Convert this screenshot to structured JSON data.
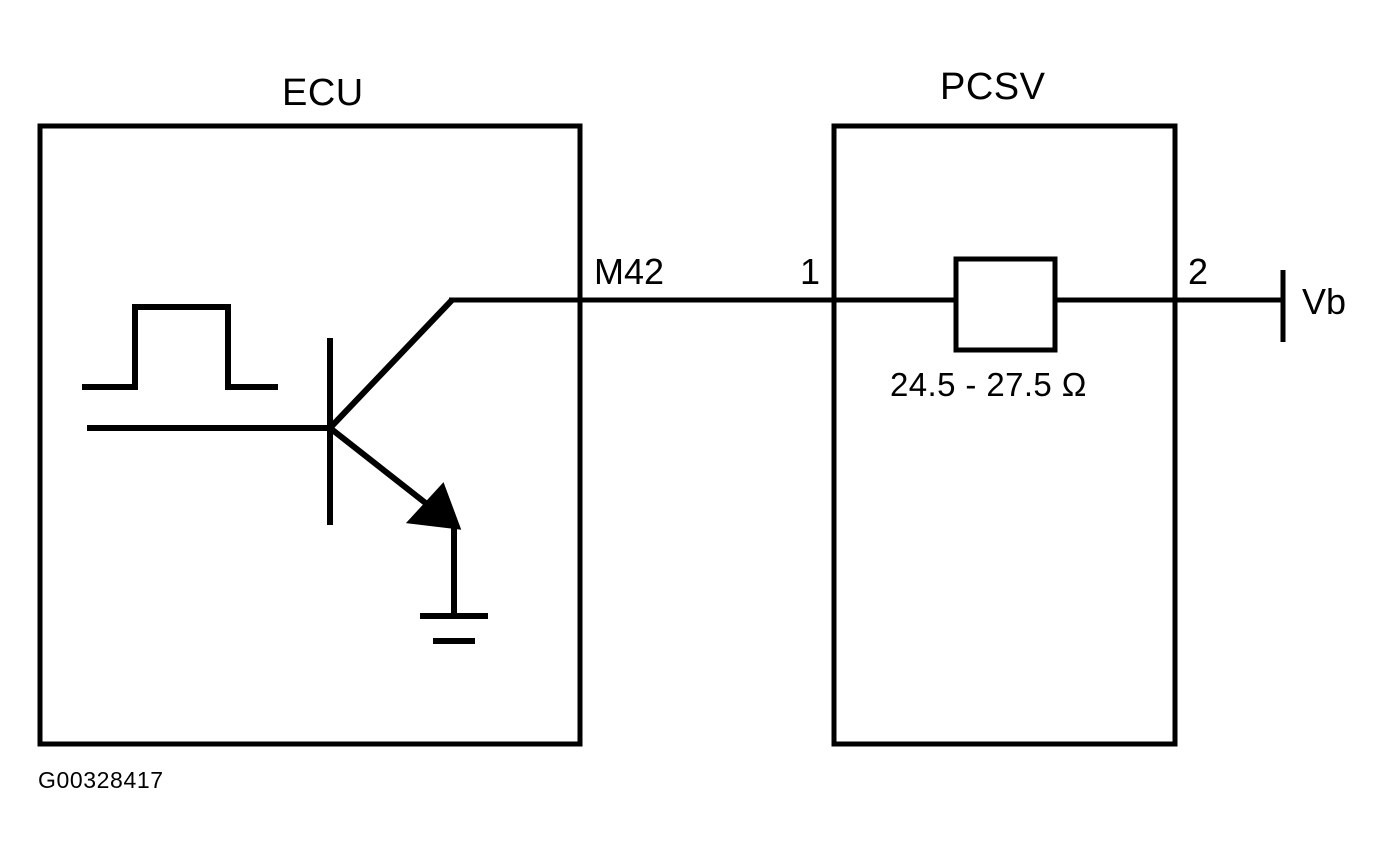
{
  "figure": {
    "id_label": "G00328417",
    "background_color": "#ffffff",
    "line_color": "#000000"
  },
  "ecu": {
    "title": "ECU",
    "pin_label": "M42",
    "waveform_name": "square-pulse-waveform",
    "transistor_name": "npn-transistor",
    "ground_name": "chassis-ground"
  },
  "pcsv": {
    "title": "PCSV",
    "terminal_1": "1",
    "terminal_2": "2",
    "resistance": "24.5 - 27.5 Ω",
    "solenoid_name": "solenoid-coil-resistor"
  },
  "supply": {
    "label": "Vb",
    "terminal_name": "battery-voltage-terminal"
  }
}
